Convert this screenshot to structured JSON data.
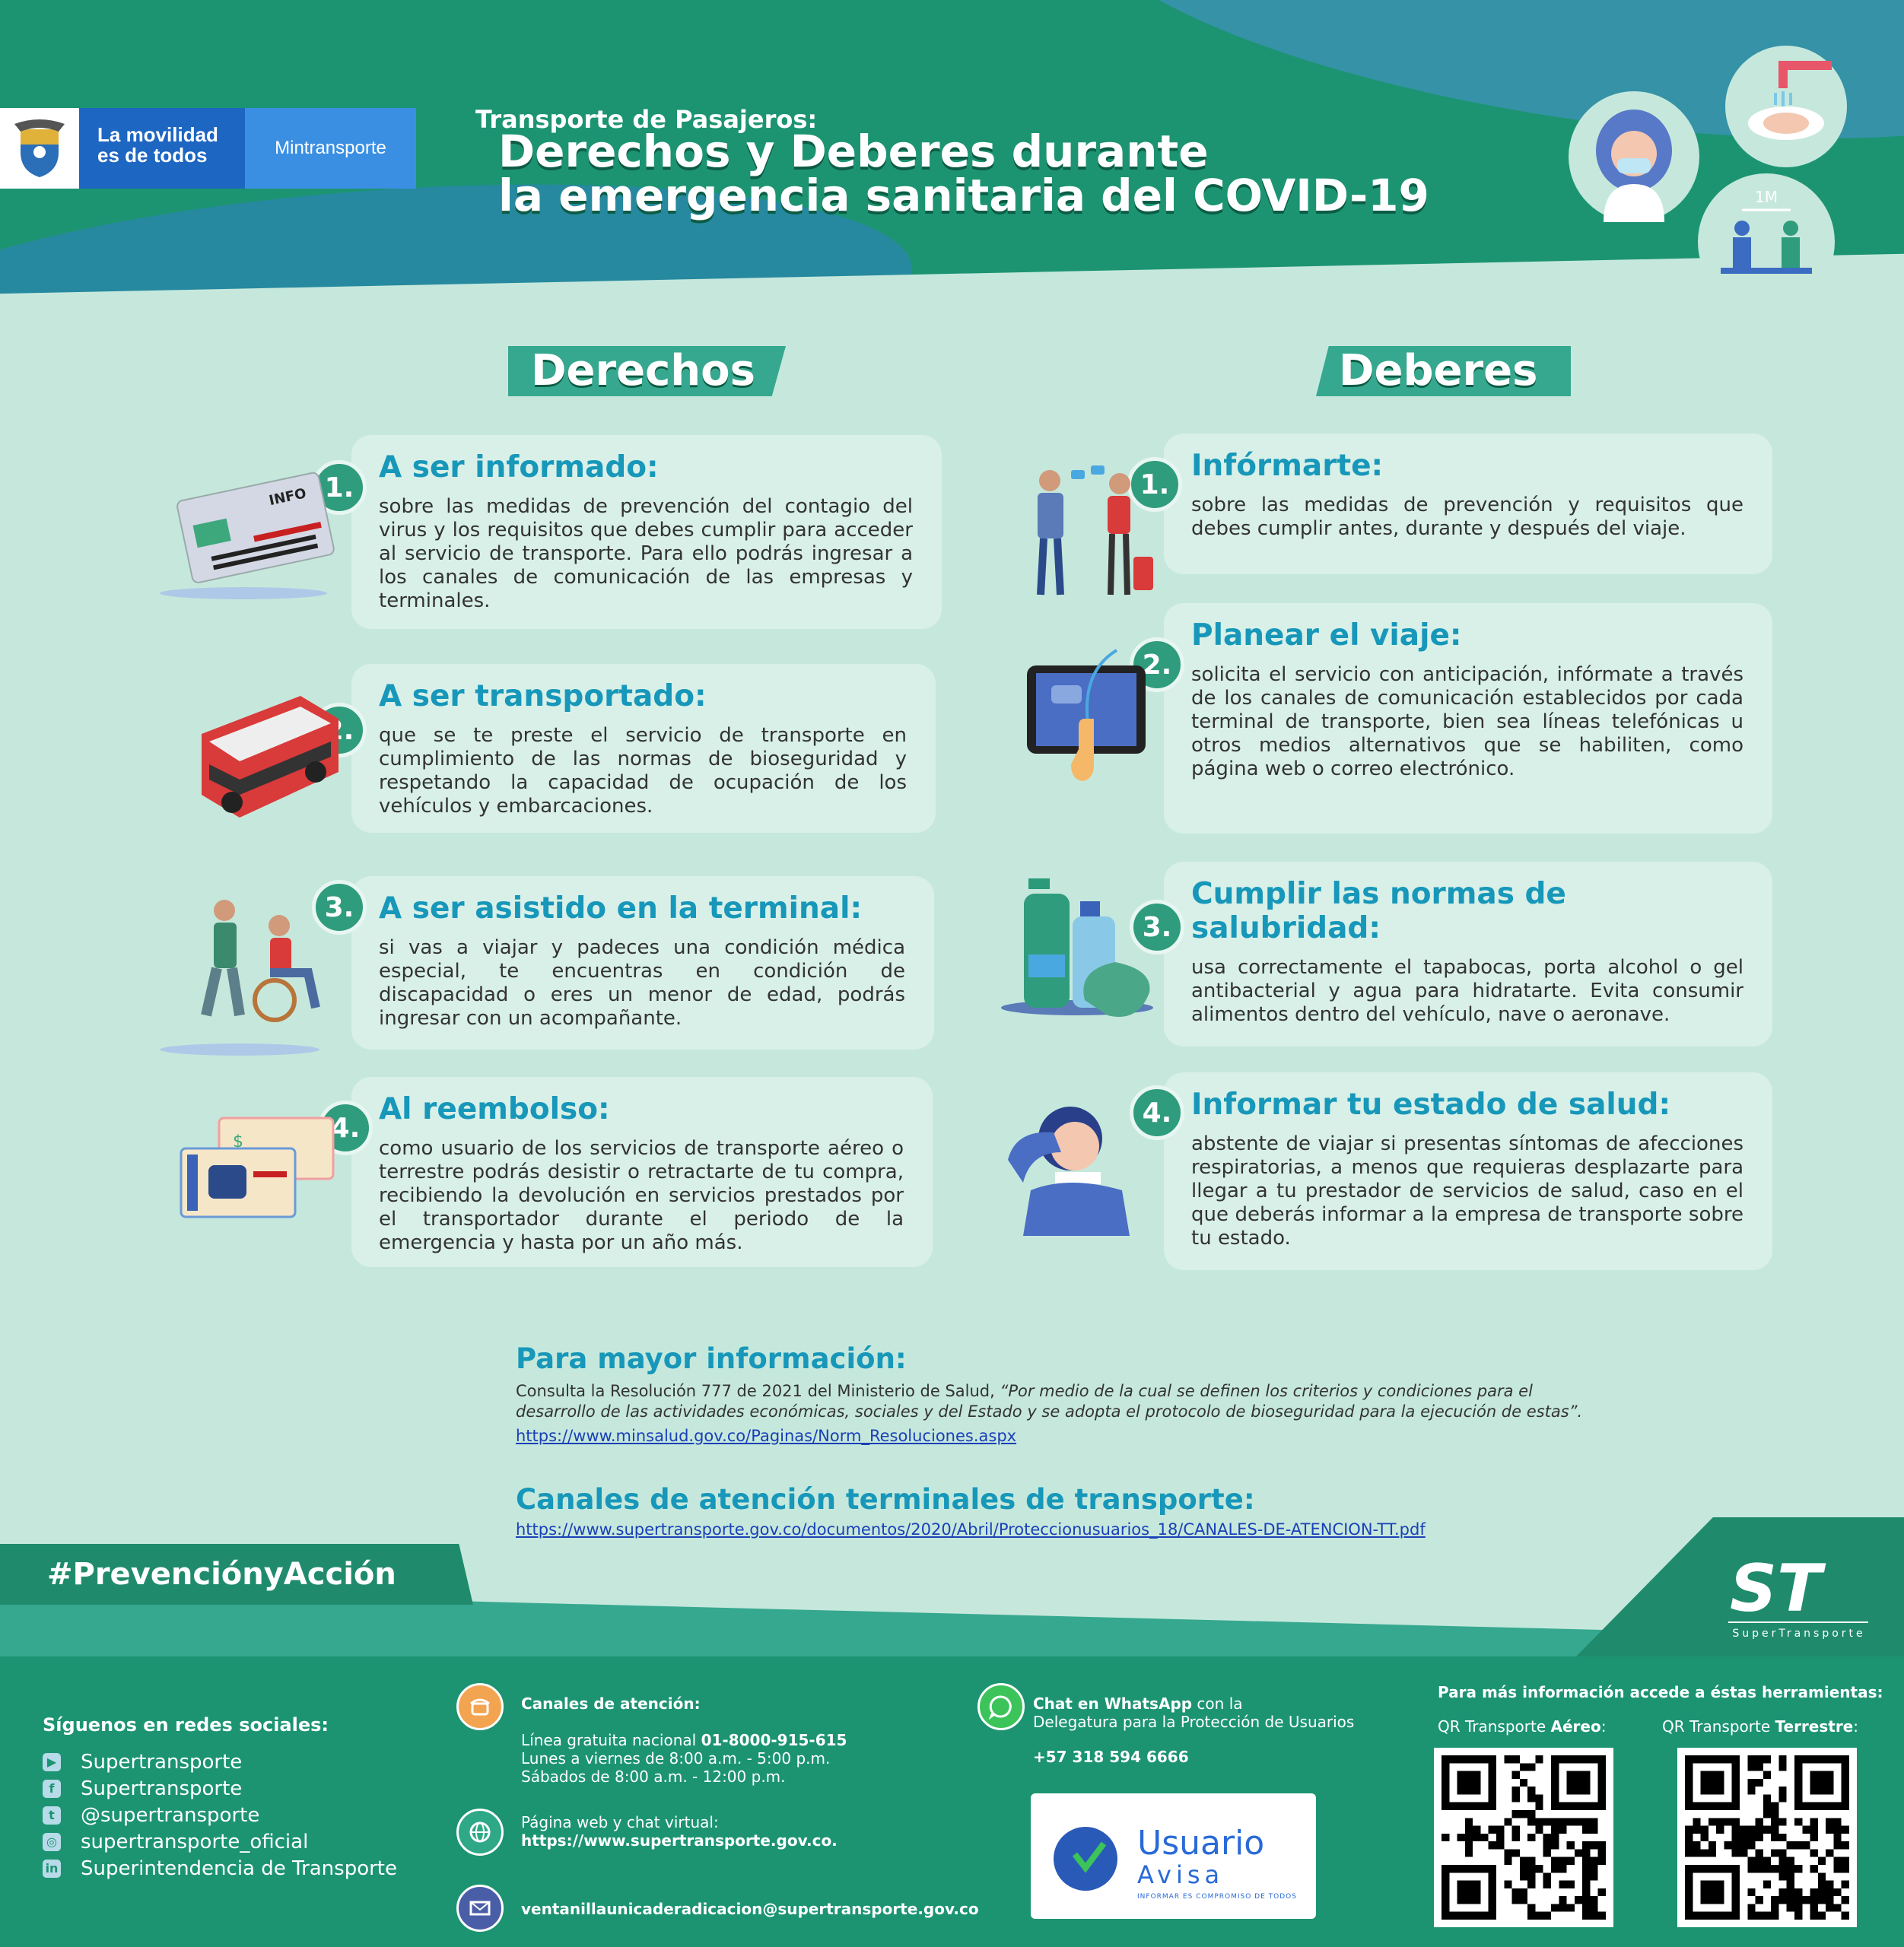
{
  "header": {
    "slogan": "La movilidad es de todos",
    "ministry": "Mintransporte",
    "supertitle": "Transporte de Pasajeros:",
    "title_line1": "Derechos y Deberes durante",
    "title_line2": "la emergencia sanitaria del COVID-19",
    "distance_label": "1M"
  },
  "sections": {
    "derechos": "Derechos",
    "deberes": "Deberes"
  },
  "derechos": [
    {
      "num": "1.",
      "title": "A ser informado:",
      "text": "sobre las medidas de prevención del contagio del virus y los requisitos que debes cumplir para acceder al servicio de transporte. Para ello podrás ingresar a los canales de comunicación de las empresas y terminales.",
      "icon": "info-card-icon",
      "icon_label": "INFO"
    },
    {
      "num": "2.",
      "title": "A ser transportado:",
      "text": "que se te preste el servicio de transporte en cumplimiento de las normas de bioseguridad y respetando la capacidad de ocupación de los vehículos y embarcaciones.",
      "icon": "bus-icon"
    },
    {
      "num": "3.",
      "title": "A ser asistido en la terminal:",
      "text": "si vas a viajar y padeces una condición médica especial, te encuentras en condición de discapacidad o eres un menor de edad, podrás ingresar con un acompañante.",
      "icon": "wheelchair-icon"
    },
    {
      "num": "4.",
      "title": "Al reembolso:",
      "text": "como usuario de los servicios de transporte aéreo o terrestre podrás desistir o retractarte de tu compra, recibiendo la devolución en servicios prestados por el transportador durante el periodo de la emergencia y hasta por un año más.",
      "icon": "ticket-icon",
      "icon_label": "$"
    }
  ],
  "deberes": [
    {
      "num": "1.",
      "title": "Infórmarte:",
      "text": "sobre las medidas de prevención y requisitos que debes cumplir antes, durante y después del viaje.",
      "icon": "people-talking-icon"
    },
    {
      "num": "2.",
      "title": "Planear el viaje:",
      "text": "solicita el servicio con anticipación, infórmate a través de los canales de comunicación establecidos por cada terminal de transporte, bien sea líneas telefónicas u otros medios alternativos que se habiliten, como página web o correo electrónico.",
      "icon": "tablet-icon"
    },
    {
      "num": "3.",
      "title": "Cumplir las normas de salubridad:",
      "text": "usa correctamente el tapabocas, porta alcohol o gel antibacterial y agua para hidratarte. Evita consumir alimentos dentro del vehículo, nave o aeronave.",
      "icon": "sanitizer-icon"
    },
    {
      "num": "4.",
      "title": "Informar tu estado de salud:",
      "text": "abstente de viajar si presentas síntomas de afecciones respiratorias, a menos que requieras desplazarte para llegar a tu prestador de servicios de salud, caso en el que deberás informar a la empresa de transporte sobre tu estado.",
      "icon": "sick-person-icon"
    }
  ],
  "more_info": {
    "title": "Para mayor información:",
    "text_plain": "Consulta la Resolución 777 de 2021 del Ministerio de Salud, ",
    "text_italic_1": "“Por medio de la cual se definen los criterios y condiciones para el",
    "text_italic_2": "desarrollo de las actividades económicas, sociales y del Estado y se adopta el protocolo de bioseguridad para la ejecución de estas”.",
    "link": "https://www.minsalud.gov.co/Paginas/Norm_Resoluciones.aspx"
  },
  "channels": {
    "title": "Canales de atención terminales de transporte:",
    "link": "https://www.supertransporte.gov.co/documentos/2020/Abril/Proteccionusuarios_18/CANALES-DE-ATENCION-TT.pdf"
  },
  "hashtag": "#PrevenciónyAcción",
  "st_logo": {
    "letters": "ST",
    "name": "SuperTransporte"
  },
  "footer": {
    "social_heading": "Síguenos en redes sociales:",
    "social": [
      {
        "icon": "youtube-icon",
        "glyph": "▶",
        "label": "Supertransporte"
      },
      {
        "icon": "facebook-icon",
        "glyph": "f",
        "label": "Supertransporte"
      },
      {
        "icon": "twitter-icon",
        "glyph": "t",
        "label": "@supertransporte"
      },
      {
        "icon": "instagram-icon",
        "glyph": "◎",
        "label": "supertransporte_oficial"
      },
      {
        "icon": "linkedin-icon",
        "glyph": "in",
        "label": "Superintendencia de Transporte"
      }
    ],
    "attention_heading": "Canales de atención:",
    "line_prefix": "Línea gratuita nacional ",
    "line_number": "01-8000-915-615",
    "hours1": "Lunes a viernes de 8:00 a.m. - 5:00 p.m.",
    "hours2": "Sábados de 8:00 a.m. - 12:00 p.m.",
    "web_label": "Página web y chat virtual:",
    "web_url": "https://www.supertransporte.gov.co.",
    "email": "ventanillaunicaderadicacion@supertransporte.gov.co",
    "whatsapp_bold": "Chat en WhatsApp",
    "whatsapp_rest": " con la",
    "whatsapp_line2": "Delegatura para la Protección de Usuarios",
    "whatsapp_number": "+57 318 594 6666",
    "usuario_avisa_1": "Usuario",
    "usuario_avisa_2": "Avisa",
    "usuario_avisa_tag": "INFORMAR ES COMPROMISO DE TODOS",
    "qr_heading": "Para más información accede a éstas herramientas:",
    "qr_air_prefix": "QR Transporte ",
    "qr_air_bold": "Aéreo",
    "qr_land_prefix": "QR Transporte ",
    "qr_land_bold": "Terrestre",
    "qr_colon": ":"
  },
  "colors": {
    "primary_green": "#1c9472",
    "light_green": "#c6e8dc",
    "card_bg": "#d8f0e8",
    "title_blue": "#1797b9",
    "gov_blue": "#1d66c2"
  }
}
